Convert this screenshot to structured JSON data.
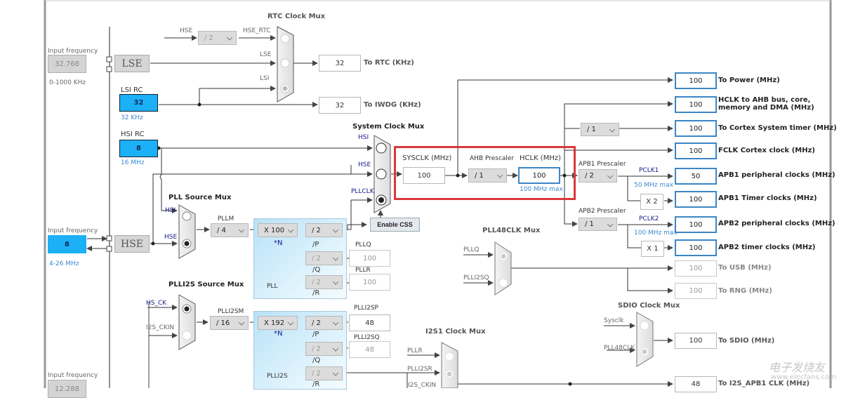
{
  "left_panel": {
    "lse_input": {
      "label": "Input frequency",
      "value": "32.768",
      "range": "0-1000 KHz"
    },
    "hse_input": {
      "label": "Input frequency",
      "value": "8",
      "range": "4-26 MHz"
    },
    "i2s_input": {
      "label": "Input frequency",
      "value": "12.288"
    }
  },
  "sources": {
    "lse": "LSE",
    "hse": "HSE",
    "lsi_rc": {
      "title": "LSI RC",
      "value": "32",
      "freq": "32 KHz"
    },
    "hsi_rc": {
      "title": "HSI RC",
      "value": "8",
      "freq": "16 MHz"
    }
  },
  "rtc": {
    "title": "RTC Clock Mux",
    "hse_label": "HSE",
    "hse_div": "/ 2",
    "inputs": [
      "HSE_RTC",
      "LSE",
      "LSI"
    ],
    "selected": 2,
    "rtc_value": "32",
    "rtc_label": "To RTC (KHz)",
    "iwdg_value": "32",
    "iwdg_label": "To IWDG (KHz)"
  },
  "pll_source_mux": {
    "title": "PLL Source Mux",
    "inputs": [
      "HSI",
      "HSE"
    ],
    "selected": 1
  },
  "pll": {
    "pllm_label": "PLLM",
    "pllm": "/ 4",
    "n": "X 100",
    "n_label": "*N",
    "p": "/ 2",
    "p_label": "/P",
    "q": "/ 2",
    "q_label": "/Q",
    "r": "/ 2",
    "r_label": "/R",
    "pllq_label": "PLLQ",
    "pllq_value": "100",
    "pllr_label": "PLLR",
    "pllr_value": "100",
    "block_label": "PLL"
  },
  "plli2s_source_mux": {
    "title": "PLLI2S Source Mux",
    "inputs": [
      "HS_CK",
      "I2S_CKIN"
    ],
    "selected": 0
  },
  "plli2s": {
    "m_label": "PLLI2SM",
    "m": "/ 16",
    "n": "X 192",
    "n_label": "*N",
    "p": "/ 2",
    "p_label": "/P",
    "q": "/ 2",
    "q_label": "/Q",
    "r": "/ 2",
    "r_label": "/R",
    "p_out_label": "PLLI2SP",
    "p_out_value": "48",
    "q_out_label": "PLLI2SQ",
    "q_out_value": "48",
    "block_label": "PLLI2S"
  },
  "system_mux": {
    "title": "System Clock Mux",
    "inputs": [
      "HSI",
      "HSE",
      "PLLCLK"
    ],
    "selected": 2,
    "css_button": "Enable CSS"
  },
  "sysclk": {
    "label": "SYSCLK (MHz)",
    "value": "100"
  },
  "ahb": {
    "label": "AHB Prescaler",
    "value": "/ 1"
  },
  "hclk": {
    "label": "HCLK (MHz)",
    "value": "100",
    "max": "100 MHz max"
  },
  "cortex_div": "/ 1",
  "apb1": {
    "label": "APB1 Prescaler",
    "value": "/ 2",
    "pclk": "PCLK1",
    "max": "50 MHz max",
    "timer_mult": "X 2"
  },
  "apb2": {
    "label": "APB2 Prescaler",
    "value": "/ 1",
    "pclk": "PCLK2",
    "max": "100 MHz max",
    "timer_mult": "X 1"
  },
  "outputs": [
    {
      "value": "100",
      "label": "To Power (MHz)"
    },
    {
      "value": "100",
      "label": "HCLK to AHB bus, core,",
      "label2": "memory and DMA (MHz)"
    },
    {
      "value": "100",
      "label": "To Cortex System timer (MHz)"
    },
    {
      "value": "100",
      "label": "FCLK Cortex clock (MHz)"
    },
    {
      "value": "50",
      "label": "APB1 peripheral clocks (MHz)"
    },
    {
      "value": "100",
      "label": "APB1 Timer clocks (MHz)"
    },
    {
      "value": "100",
      "label": "APB2 peripheral clocks (MHz)"
    },
    {
      "value": "100",
      "label": "APB2 timer clocks (MHz)"
    }
  ],
  "pll48_mux": {
    "title": "PLL48CLK Mux",
    "inputs": [
      "PLLQ",
      "PLLI2SQ"
    ],
    "selected": 0,
    "usb_value": "100",
    "usb_label": "To USB (MHz)",
    "rng_value": "100",
    "rng_label": "To RNG (MHz)"
  },
  "sdio_mux": {
    "title": "SDIO Clock Mux",
    "inputs": [
      "Sysclk",
      "PLL48CLK"
    ],
    "selected": 1,
    "value": "100",
    "label": "To SDIO (MHz)"
  },
  "i2s1_mux": {
    "title": "I2S1 Clock Mux",
    "inputs": [
      "PLLR",
      "PLLI2SR",
      "I2S_CKIN"
    ],
    "selected": 1,
    "value": "48",
    "label": "To I2S_APB1 CLK (MHz)"
  },
  "watermark": {
    "text": "电子发烧友",
    "url_text": "www.elecfans.com"
  }
}
